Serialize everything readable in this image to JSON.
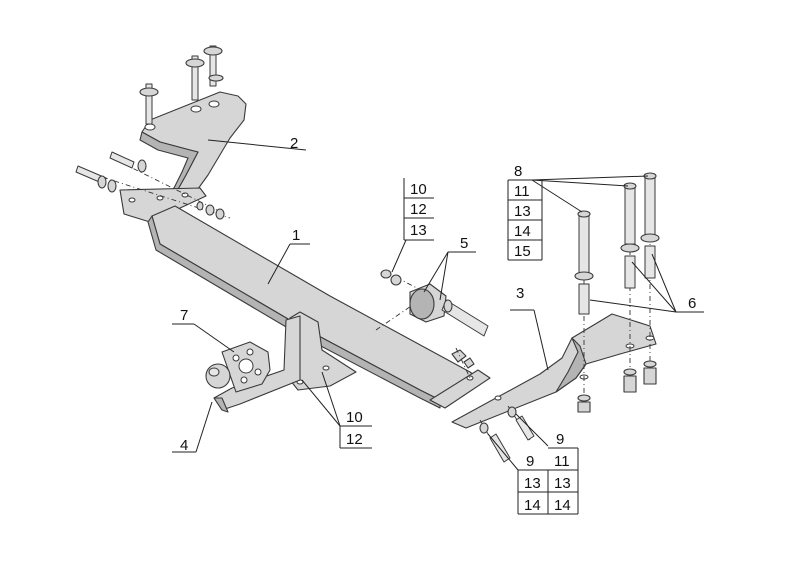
{
  "callouts": {
    "c1": "1",
    "c2": "2",
    "c3": "3",
    "c4": "4",
    "c5": "5",
    "c6": "6",
    "c7": "7"
  },
  "stack_top": [
    "10",
    "12",
    "13"
  ],
  "stack_right": [
    "8",
    "11",
    "13",
    "14",
    "15"
  ],
  "stack_mid": [
    "10",
    "12"
  ],
  "stack_bottom_left": [
    "9",
    "13",
    "14"
  ],
  "stack_bottom_right": [
    "9",
    "11",
    "13",
    "14"
  ]
}
